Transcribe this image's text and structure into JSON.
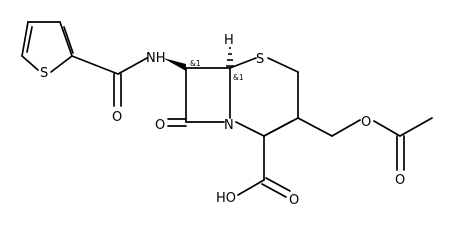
{
  "atoms": {
    "s_thiophene": "S",
    "nh": "NH",
    "o_amide": "O",
    "o_lactam": "O",
    "n_ring": "N",
    "s_ring": "S",
    "h_stereo": "H",
    "o_ester": "O",
    "o_carbonyl_ester": "O",
    "oh_acid": "HO",
    "o_acid": "O"
  },
  "stereo_labels": {
    "c7": "&1",
    "c6": "&1"
  }
}
